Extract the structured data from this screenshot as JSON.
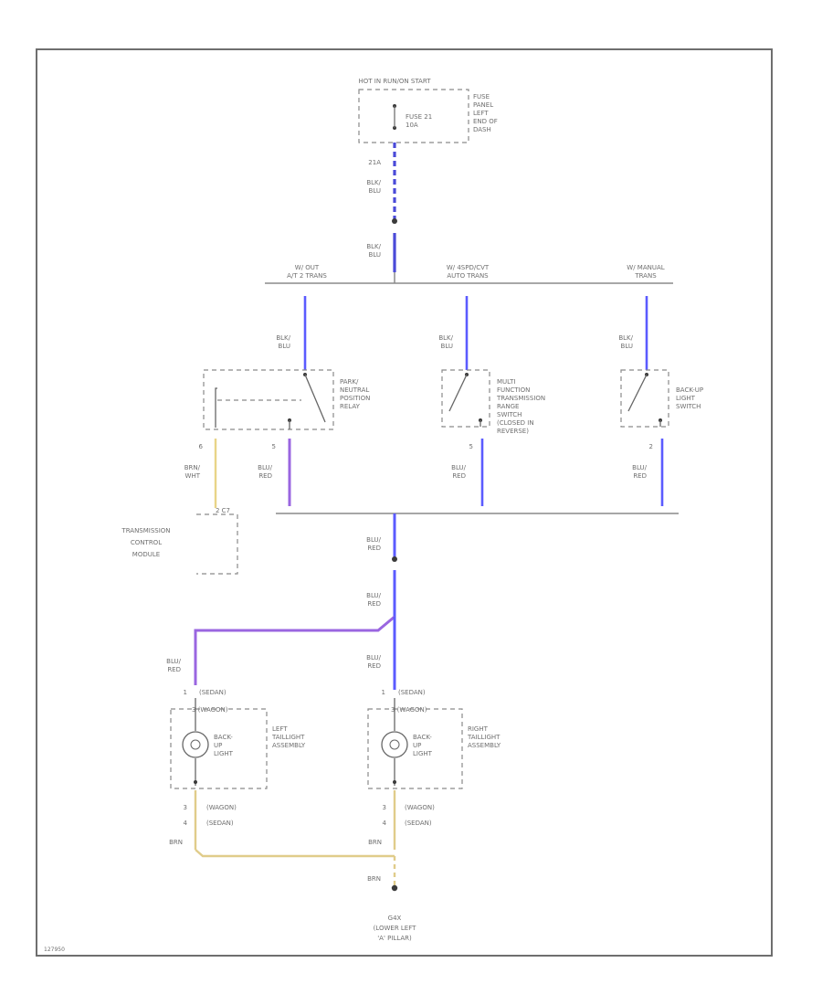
{
  "colors": {
    "blu": "#5b5bff",
    "blu_blk": "#4a4ad8",
    "blu_red": "#9a66e0",
    "brn": "#e0cc8a",
    "brn_wht": "#e8d488",
    "line": "#8a8a8a"
  },
  "power": {
    "hot_label": "HOT IN RUN/ON START",
    "fuse_label": [
      "FUSE 21",
      "10A"
    ],
    "fuse_panel_label": [
      "FUSE",
      "PANEL",
      "LEFT",
      "END OF",
      "DASH"
    ],
    "connector": "21A",
    "wire_1": [
      "BLK/",
      "BLU"
    ],
    "wire_2": [
      "BLK/",
      "BLU"
    ]
  },
  "branches": {
    "left": [
      "W/ OUT",
      "A/T 2 TRANS"
    ],
    "middle": [
      "W/ 4SPD/CVT",
      "AUTO TRANS"
    ],
    "right": [
      "W/ MANUAL",
      "TRANS"
    ]
  },
  "switches": {
    "relay": {
      "wire_in": [
        "BLK/",
        "BLU"
      ],
      "label": [
        "PARK/",
        "NEUTRAL",
        "POSITION",
        "RELAY"
      ],
      "pin_left": "6",
      "pin_right": "5",
      "wire_left": [
        "BRN/",
        "WHT"
      ],
      "wire_right": [
        "BLU/",
        "RED"
      ]
    },
    "multi": {
      "wire_in": [
        "BLK/",
        "BLU"
      ],
      "label": [
        "MULTI",
        "FUNCTION",
        "TRANSMISSION",
        "RANGE",
        "SWITCH",
        "(CLOSED IN",
        "REVERSE)"
      ],
      "pin": "5",
      "wire_out": [
        "BLU/",
        "RED"
      ]
    },
    "backup": {
      "wire_in": [
        "BLK/",
        "BLU"
      ],
      "label": [
        "BACK-UP",
        "LIGHT",
        "SWITCH"
      ],
      "pin": "2",
      "wire_out": [
        "BLU/",
        "RED"
      ]
    }
  },
  "tcm": {
    "label": [
      "TRANSMISSION",
      "CONTROL",
      "MODULE"
    ],
    "pin": "2 C7"
  },
  "splice": {
    "wire_1": [
      "BLU/",
      "RED"
    ],
    "wire_2": [
      "BLU/",
      "RED"
    ]
  },
  "lamps": {
    "left": {
      "wire_in": [
        "BLU/",
        "RED"
      ],
      "pin_top": "1",
      "body_top_1": "(SEDAN)",
      "body_top_2": "3 (WAGON)",
      "lamp_label": [
        "BACK-",
        "UP",
        "LIGHT"
      ],
      "assembly_label": [
        "LEFT",
        "TAILLIGHT",
        "ASSEMBLY"
      ],
      "pin_bottom_1": "3",
      "pin_bottom_2": "4",
      "body_bottom_1": "(WAGON)",
      "body_bottom_2": "(SEDAN)",
      "wire_out": "BRN"
    },
    "right": {
      "wire_in": [
        "BLU/",
        "RED"
      ],
      "pin_top": "1",
      "body_top_1": "(SEDAN)",
      "body_top_2": "3 (WAGON)",
      "lamp_label": [
        "BACK-",
        "UP",
        "LIGHT"
      ],
      "assembly_label": [
        "RIGHT",
        "TAILLIGHT",
        "ASSEMBLY"
      ],
      "pin_bottom_1": "3",
      "pin_bottom_2": "4",
      "body_bottom_1": "(WAGON)",
      "body_bottom_2": "(SEDAN)",
      "wire_out": "BRN"
    }
  },
  "ground": {
    "wire": "BRN",
    "label": [
      "G4X",
      "(LOWER LEFT",
      "'A' PILLAR)"
    ]
  },
  "figure_id": "127950"
}
